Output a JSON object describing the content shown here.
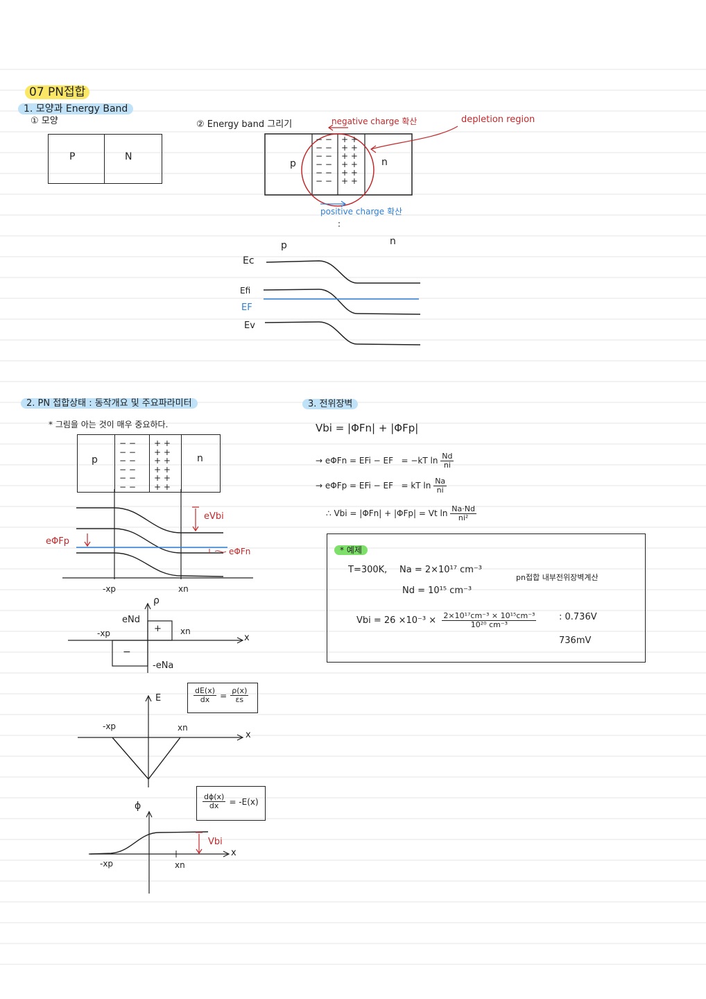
{
  "chapter_title": "07 PN접합",
  "section1": {
    "title": "1. 모양과 Energy Band",
    "sub1": "① 모양",
    "block_p": "P",
    "block_n": "N",
    "sub2": "② Energy band 그리기",
    "band_p": "p",
    "band_n": "n",
    "negative_label": "negative charge 확산",
    "positive_label": "positive charge 확산",
    "depletion_label": "depletion region",
    "neg_marks": "− −",
    "pos_marks": "+ +",
    "diagram_p": "p",
    "diagram_n": "n",
    "ec": "Ec",
    "efi": "Efi",
    "ef": "EF",
    "ev": "Ev"
  },
  "section2": {
    "title": "2. PN 접합상태 : 동작개요 및 주요파라미터",
    "note": "* 그림을 아는 것이 매우 중요하다.",
    "block_p": "p",
    "block_n": "n",
    "evbi": "eVbi",
    "ephi_fp": "eΦFp",
    "ephi_fn": "eΦFn",
    "xp_neg": "-xp",
    "xn": "xn",
    "rho": "ρ",
    "eNd": "eNd",
    "plus": "+",
    "minus": "−",
    "neg_eNa": "-eNa",
    "x_axis": "x",
    "e_axis": "E",
    "eq_field_num": "dE(x)",
    "eq_field_den": "dx",
    "eq_field_eq": "=",
    "eq_field_rnum": "ρ(x)",
    "eq_field_rden": "εs",
    "phi_axis": "ϕ",
    "eq_pot_num": "dϕ(x)",
    "eq_pot_den": "dx",
    "eq_pot_rhs": "= -E(x)",
    "vbi": "Vbi"
  },
  "section3": {
    "title": "3. 전위장벽",
    "eq1": "Vbi = |ΦFn| + |ΦFp|",
    "eq2_lhs": "→ eΦFn = EFi − EF",
    "eq2_rhs": "= −kT ln",
    "eq2_num": "Nd",
    "eq2_den": "ni",
    "eq3_lhs": "→ eΦFp = EFi − EF",
    "eq3_rhs": "= kT ln",
    "eq3_num": "Na",
    "eq3_den": "ni",
    "eq4_lhs": "∴ Vbi = |ΦFn| + |ΦFp| = Vt ln",
    "eq4_num": "Na·Nd",
    "eq4_den": "ni²",
    "example_tag": "* 예제",
    "ex_t": "T=300K,",
    "ex_na": "Na = 2×10¹⁷ cm⁻³",
    "ex_nd": "Nd = 10¹⁵ cm⁻³",
    "ex_note": "pn접합 내부전위장벽계산",
    "ex_vbi": "Vbi = 26 ×10⁻³ ×",
    "ex_num": "2×10¹⁷cm⁻³ × 10¹⁵cm⁻³",
    "ex_den": "10²⁰ cm⁻³",
    "ex_result1": ": 0.736V",
    "ex_result2": "736mV"
  }
}
